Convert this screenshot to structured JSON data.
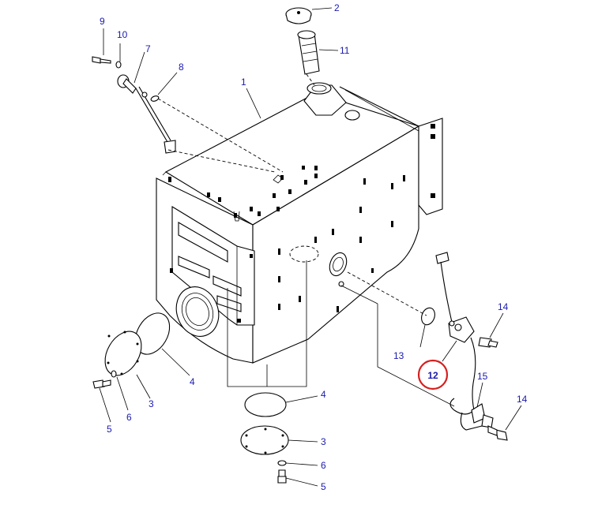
{
  "diagram": {
    "labels": [
      {
        "id": "p9",
        "text": "9"
      },
      {
        "id": "p10",
        "text": "10"
      },
      {
        "id": "p7",
        "text": "7"
      },
      {
        "id": "p8",
        "text": "8"
      },
      {
        "id": "p2",
        "text": "2"
      },
      {
        "id": "p11",
        "text": "11"
      },
      {
        "id": "p1",
        "text": "1"
      },
      {
        "id": "p14a",
        "text": "14"
      },
      {
        "id": "p13",
        "text": "13"
      },
      {
        "id": "p12",
        "text": "12"
      },
      {
        "id": "p15",
        "text": "15"
      },
      {
        "id": "p14b",
        "text": "14"
      },
      {
        "id": "p4a",
        "text": "4"
      },
      {
        "id": "p3a",
        "text": "3"
      },
      {
        "id": "p6a",
        "text": "6"
      },
      {
        "id": "p5a",
        "text": "5"
      },
      {
        "id": "p4b",
        "text": "4"
      },
      {
        "id": "p3b",
        "text": "3"
      },
      {
        "id": "p6b",
        "text": "6"
      },
      {
        "id": "p5b",
        "text": "5"
      }
    ],
    "label_color": "#1a1ab0",
    "highlight_color": "#d42020",
    "highlighted_part": "12"
  }
}
